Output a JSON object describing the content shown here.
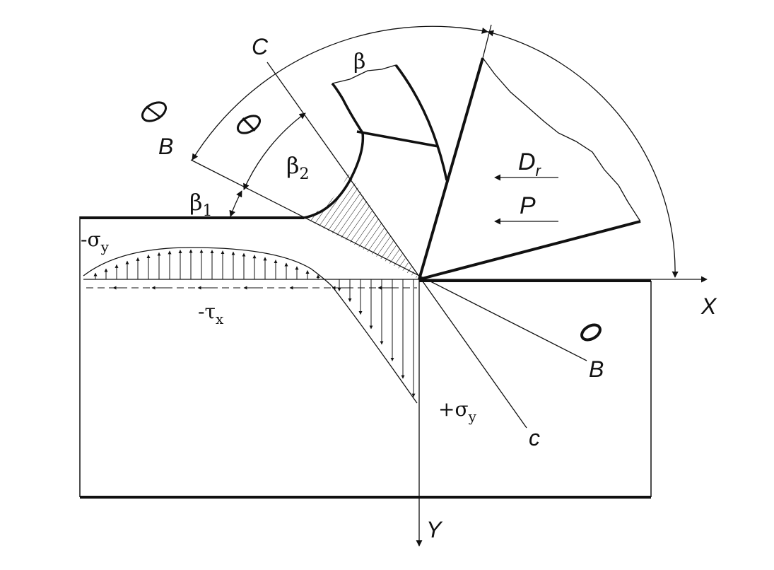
{
  "labels": {
    "c_top": "C",
    "c_bottom": "c",
    "b_left": "B",
    "b_right": "B",
    "beta": "β",
    "beta2_main": "β",
    "beta2_sub": "2",
    "beta1_main": "β",
    "beta1_sub": "1",
    "dr_main": "D",
    "dr_sub": "r",
    "p": "P",
    "sigma_neg_prefix": "-σ",
    "sigma_neg_sub": "y",
    "sigma_pos_prefix": "+σ",
    "sigma_pos_sub": "y",
    "tau_prefix": "-τ",
    "tau_sub": "x",
    "x_axis": "X",
    "y_axis": "Y",
    "phi": "Φ"
  },
  "colors": {
    "ink": "#111111",
    "paper": "#ffffff"
  }
}
